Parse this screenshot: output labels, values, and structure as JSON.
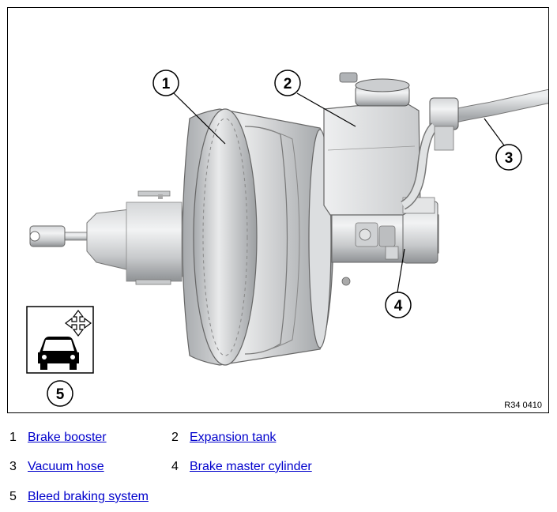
{
  "figure": {
    "ref_code": "R34 0410",
    "callouts": [
      "1",
      "2",
      "3",
      "4",
      "5"
    ]
  },
  "legend": [
    {
      "num": "1",
      "label": "Brake booster"
    },
    {
      "num": "2",
      "label": "Expansion tank"
    },
    {
      "num": "3",
      "label": "Vacuum hose"
    },
    {
      "num": "4",
      "label": "Brake master cylinder"
    },
    {
      "num": "5",
      "label": "Bleed braking system"
    }
  ],
  "colors": {
    "link": "#0000cc",
    "line": "#000000"
  }
}
